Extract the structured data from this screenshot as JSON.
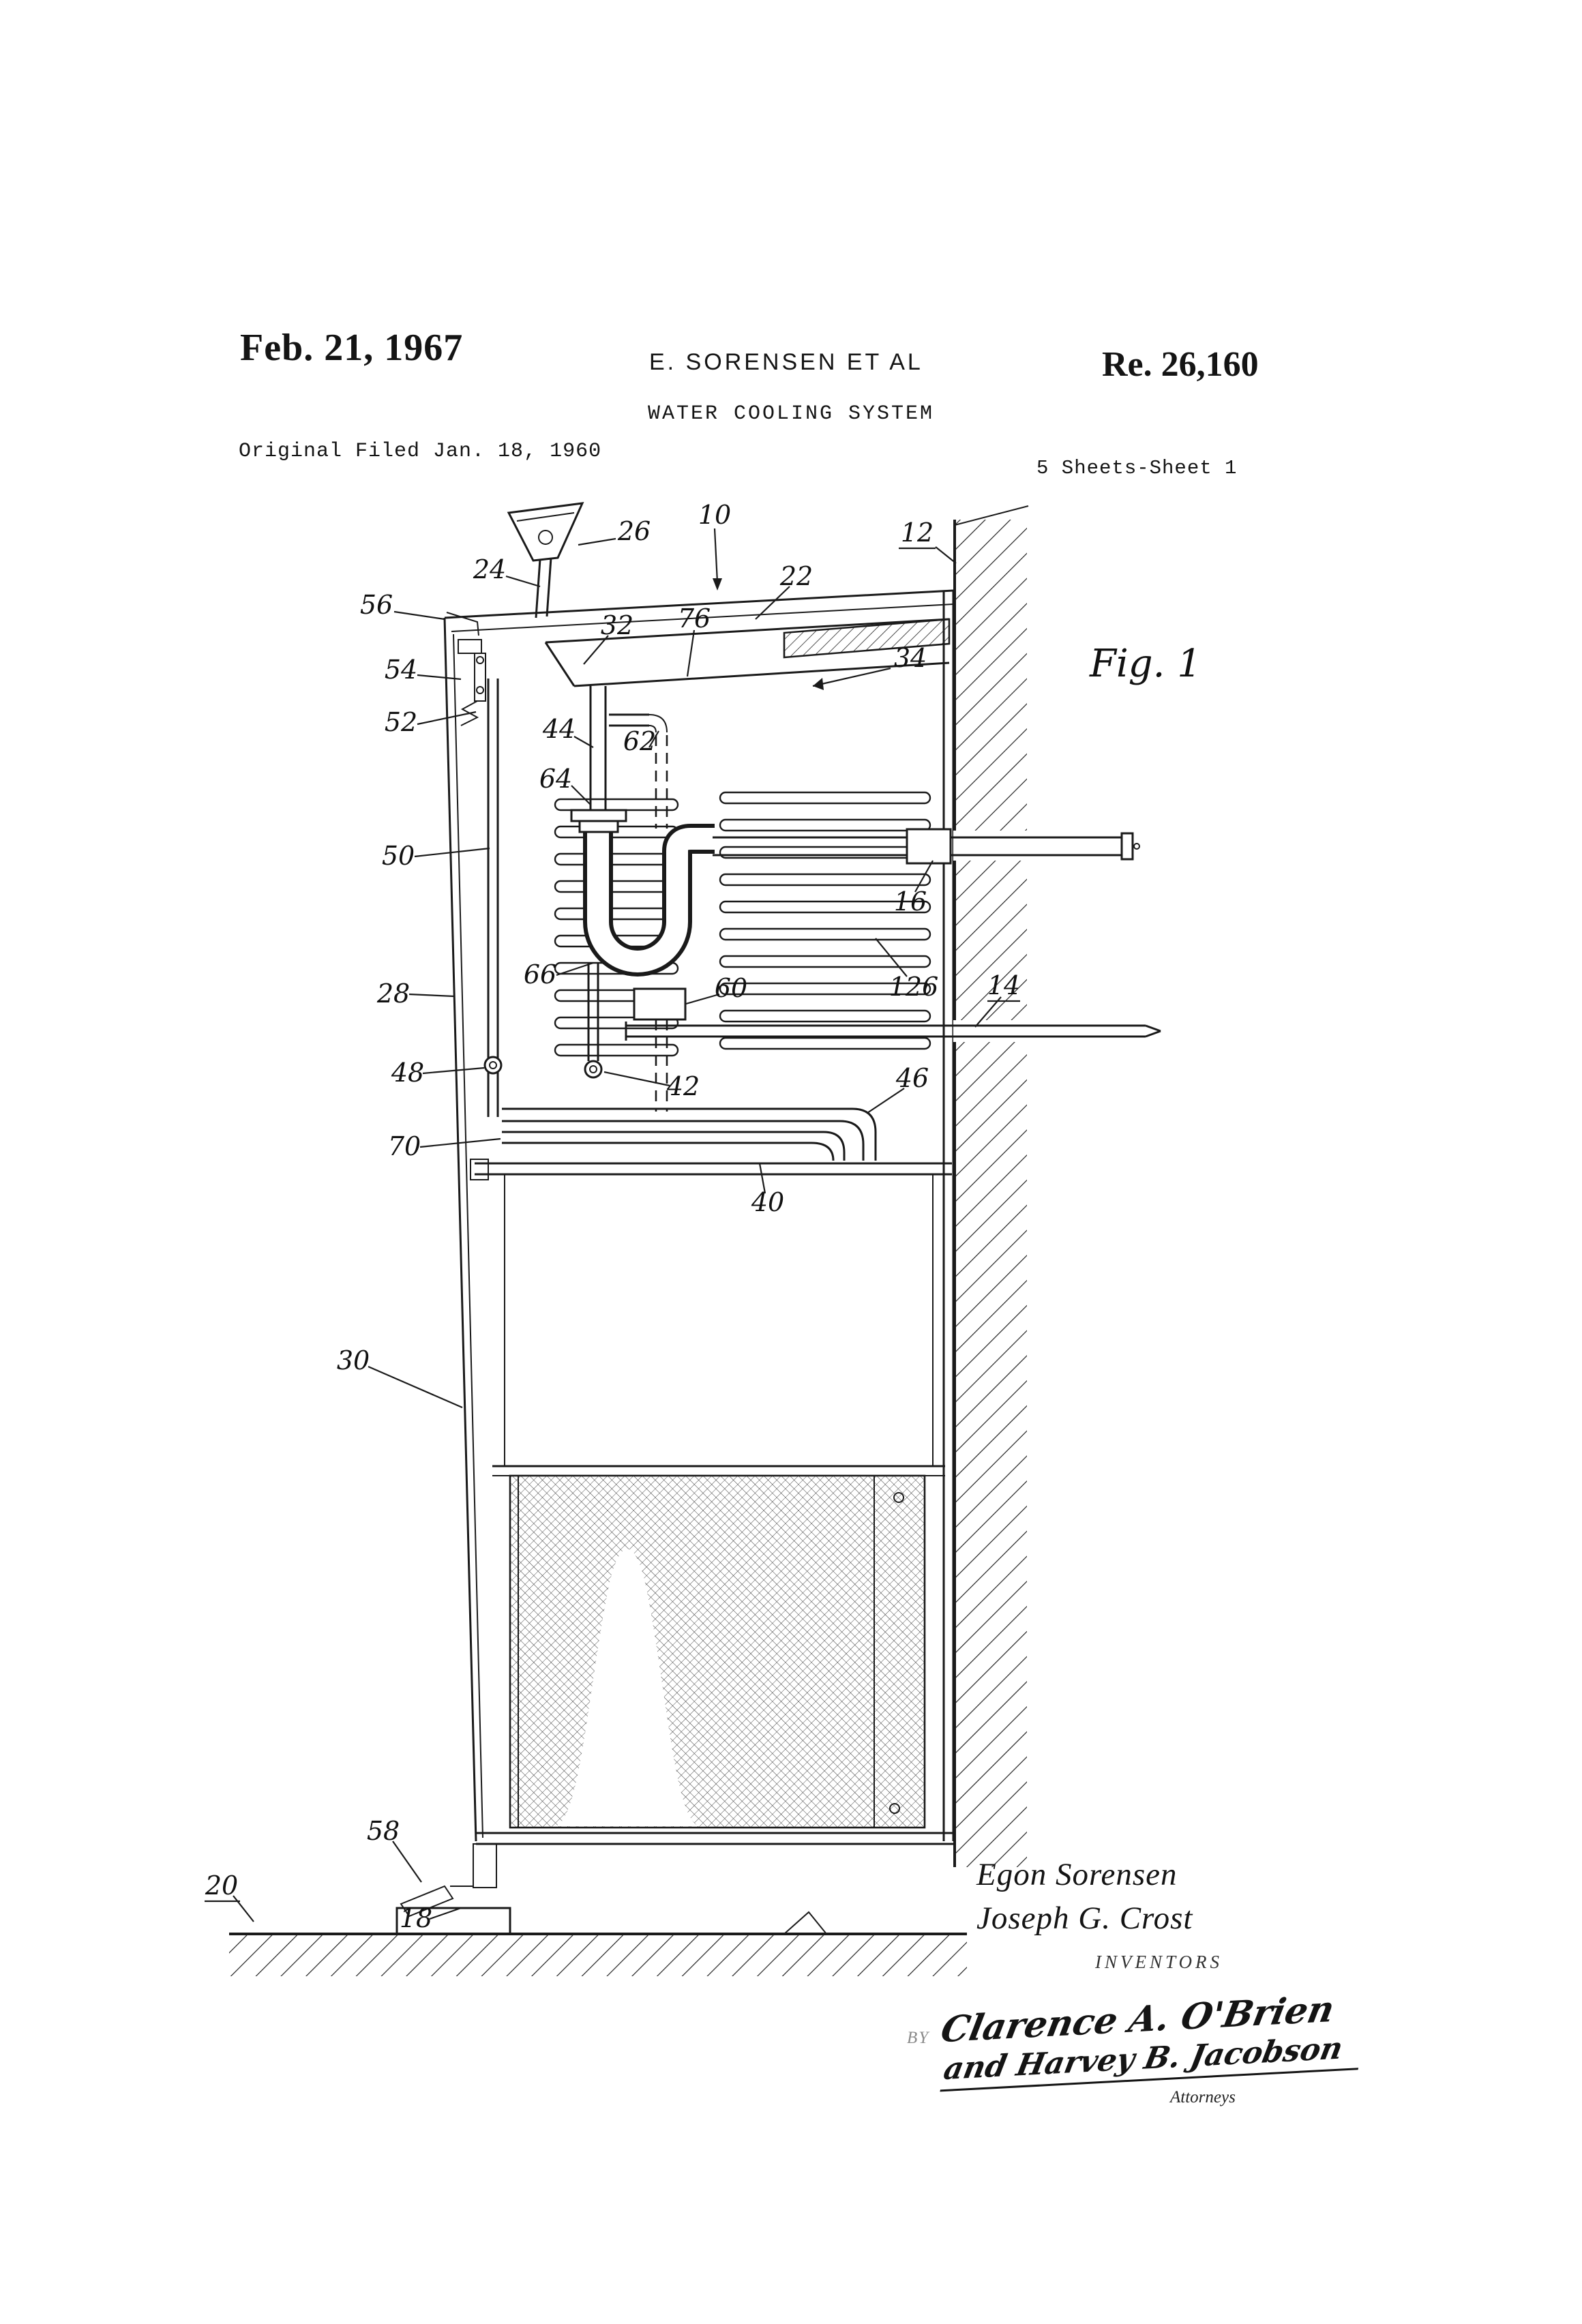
{
  "page": {
    "date": "Feb. 21, 1967",
    "inventor_line": "E. SORENSEN ET AL",
    "patent_number": "Re. 26,160",
    "title": "WATER COOLING SYSTEM",
    "filed_line": "Original Filed Jan. 18, 1960",
    "sheet_info": "5 Sheets-Sheet 1"
  },
  "figure": {
    "caption": "Fig. 1",
    "ref_labels": [
      {
        "text": "26"
      },
      {
        "text": "10"
      },
      {
        "text": "12"
      },
      {
        "text": "24"
      },
      {
        "text": "56"
      },
      {
        "text": "22"
      },
      {
        "text": "76"
      },
      {
        "text": "32"
      },
      {
        "text": "34"
      },
      {
        "text": "54"
      },
      {
        "text": "52"
      },
      {
        "text": "44"
      },
      {
        "text": "62"
      },
      {
        "text": "64"
      },
      {
        "text": "50"
      },
      {
        "text": "16"
      },
      {
        "text": "66"
      },
      {
        "text": "60"
      },
      {
        "text": "126"
      },
      {
        "text": "14"
      },
      {
        "text": "28"
      },
      {
        "text": "48"
      },
      {
        "text": "42"
      },
      {
        "text": "46"
      },
      {
        "text": "70"
      },
      {
        "text": "40"
      },
      {
        "text": "30"
      },
      {
        "text": "58"
      },
      {
        "text": "20"
      },
      {
        "text": "18"
      }
    ]
  },
  "signature_block": {
    "inventor_1": "Egon Sorensen",
    "inventor_2": "Joseph G. Crost",
    "inventors_label": "INVENTORS",
    "by_label": "BY",
    "attorney_signature_1": "Clarence A. O'Brien",
    "attorney_signature_2": "and Harvey B. Jacobson",
    "attorneys_label": "Attorneys"
  }
}
